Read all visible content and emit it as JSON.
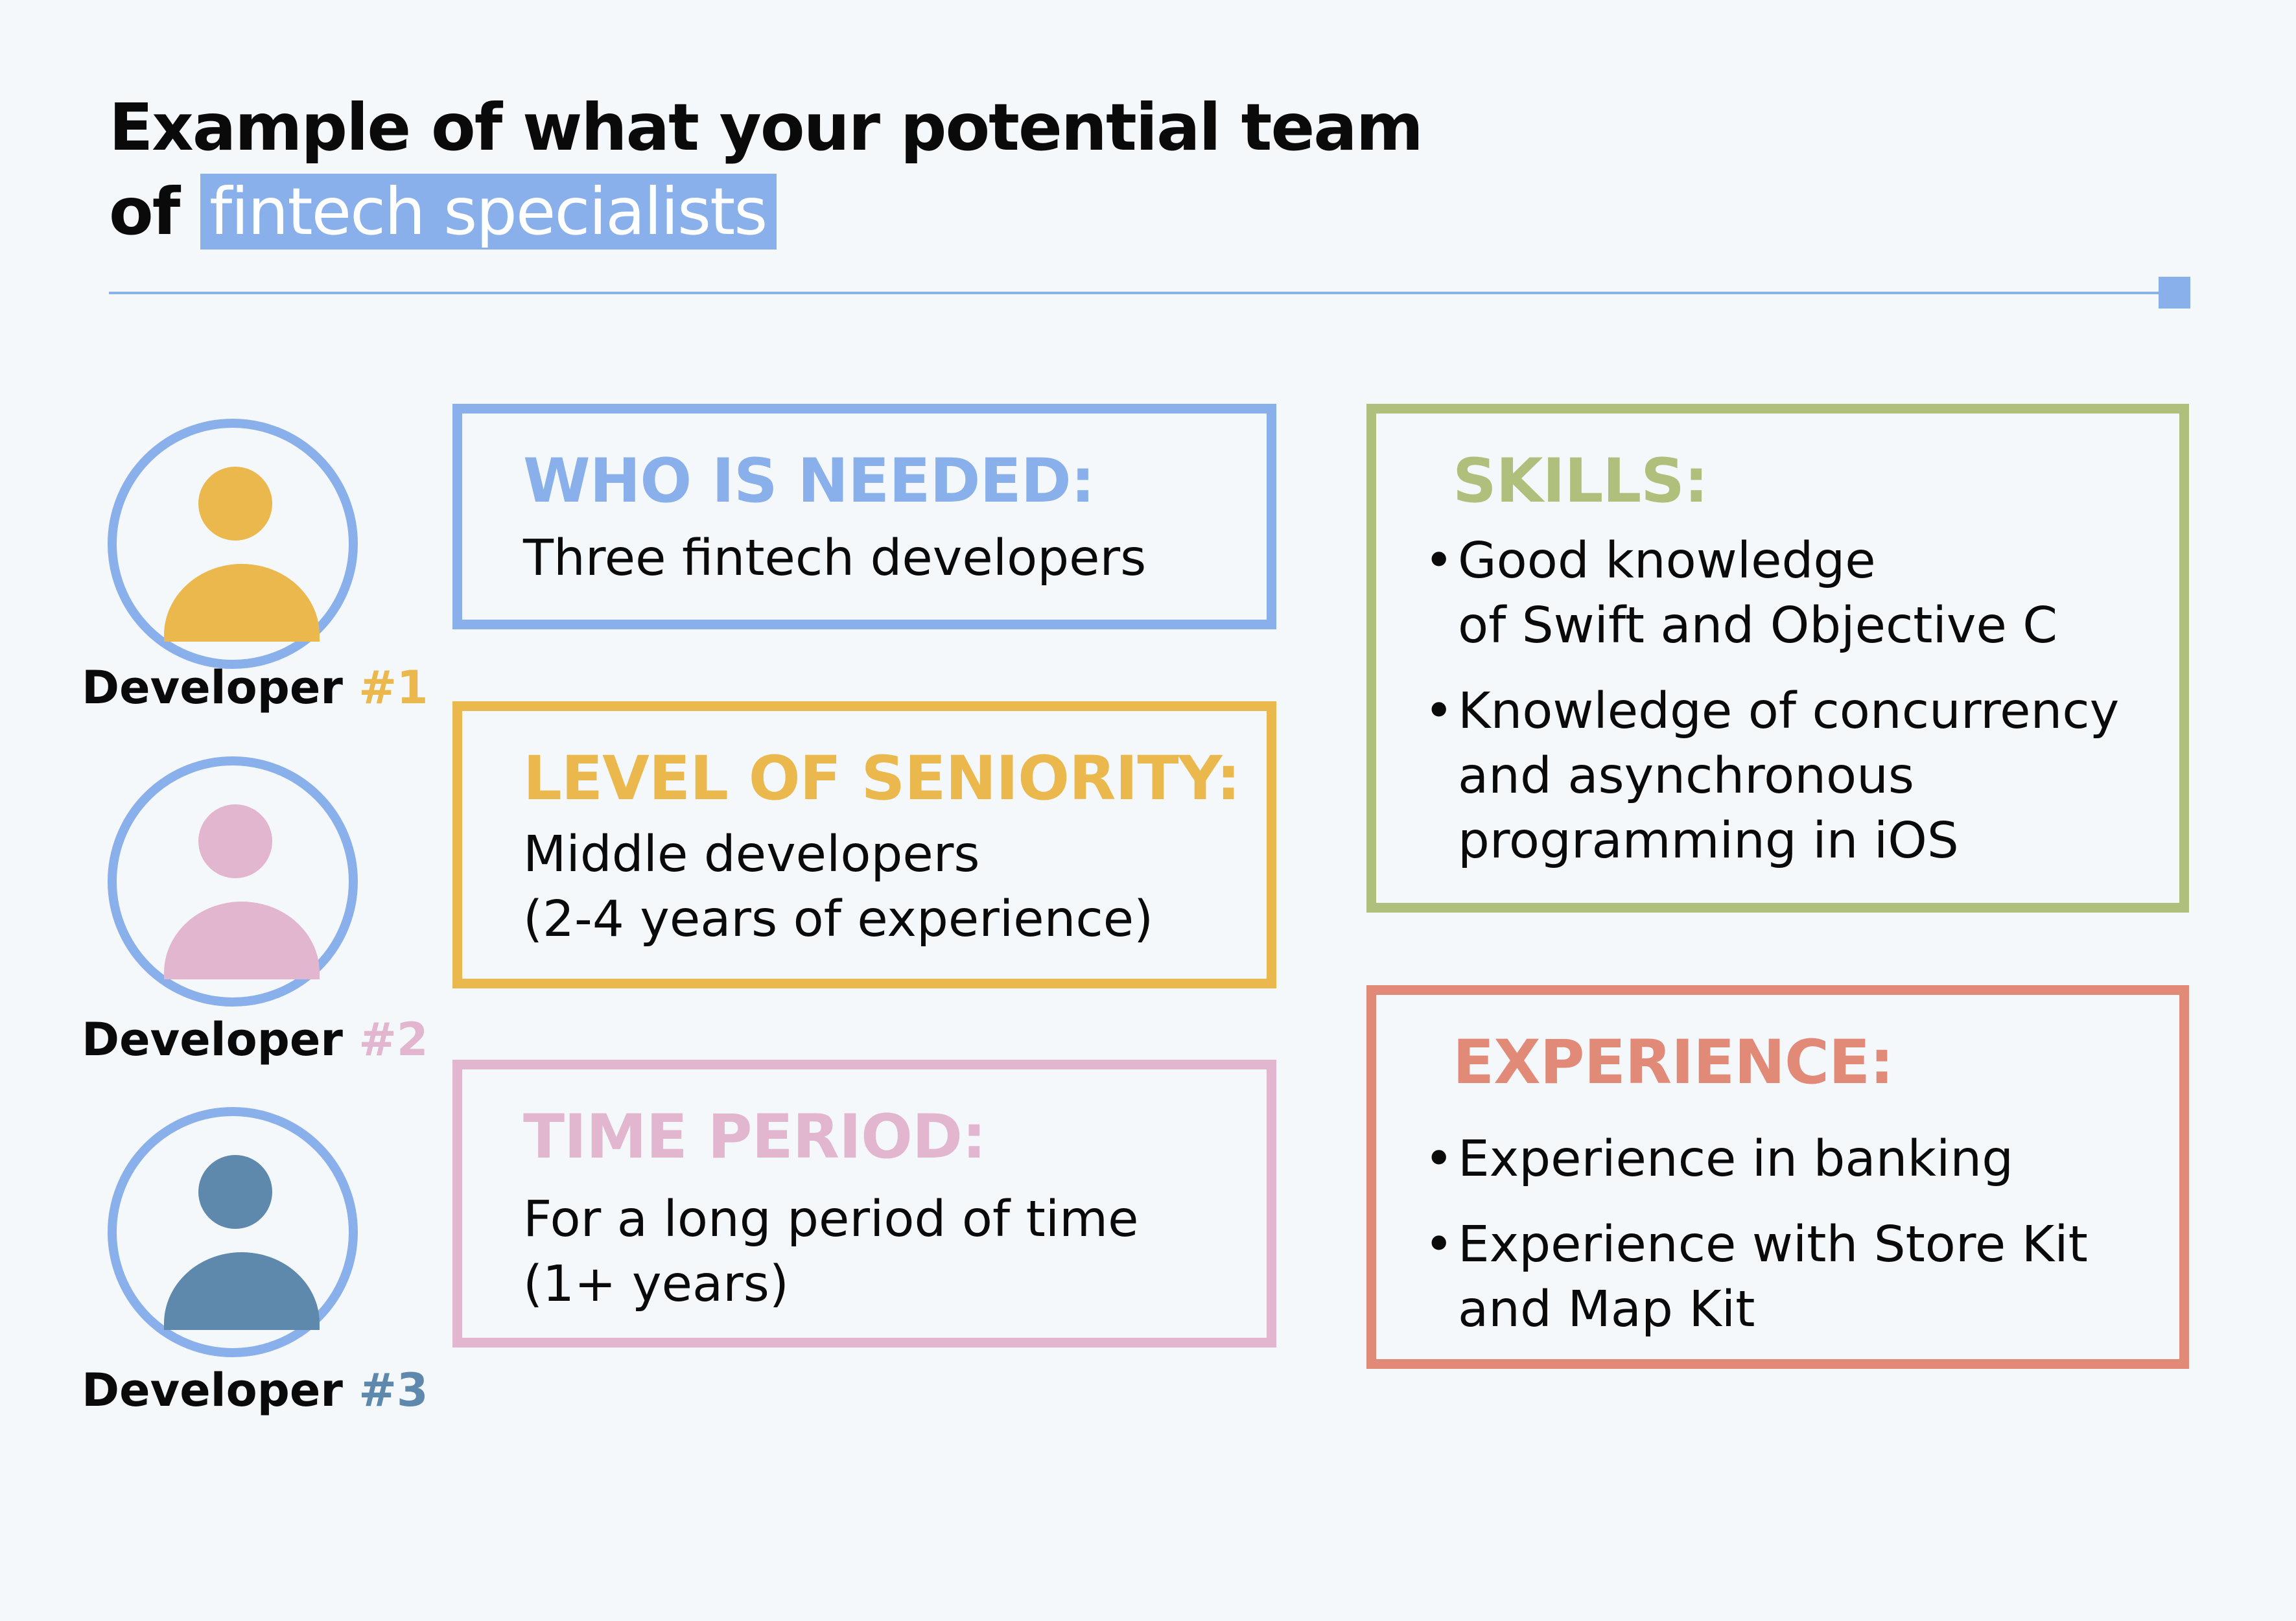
{
  "title": {
    "line1": "Example of what your potential team",
    "line2_prefix": "of",
    "line2_highlight": "fintech specialists"
  },
  "colors": {
    "background": "#f4f8fb",
    "accent_blue": "#89b0ea",
    "yellow": "#ebb84e",
    "pink": "#e3b6cf",
    "steel_blue": "#5f89ac",
    "green": "#aec07b",
    "salmon": "#e28a78"
  },
  "developers": [
    {
      "label": "Developer",
      "number": "#1",
      "icon": "person-icon",
      "color": "#ebb84e"
    },
    {
      "label": "Developer",
      "number": "#2",
      "icon": "person-icon",
      "color": "#e3b6cf"
    },
    {
      "label": "Developer",
      "number": "#3",
      "icon": "person-icon",
      "color": "#5f89ac"
    }
  ],
  "cards": {
    "who": {
      "heading": "WHO IS NEEDED:",
      "text": "Three fintech developers"
    },
    "seniority": {
      "heading": "LEVEL OF SENIORITY:",
      "line1": "Middle developers",
      "line2": "(2-4 years of experience)"
    },
    "time": {
      "heading": "TIME PERIOD:",
      "line1": "For a long period of time",
      "line2": "(1+ years)"
    },
    "skills": {
      "heading": "SKILLS:",
      "items": [
        {
          "line1": "Good knowledge",
          "line2": "of Swift and Objective C"
        },
        {
          "line1": "Knowledge of concurrency",
          "line2": "and asynchronous",
          "line3": "programming in iOS"
        }
      ]
    },
    "experience": {
      "heading": "EXPERIENCE:",
      "items": [
        {
          "line1": "Experience in banking"
        },
        {
          "line1": "Experience with Store Kit",
          "line2": "and Map Kit"
        }
      ]
    }
  }
}
